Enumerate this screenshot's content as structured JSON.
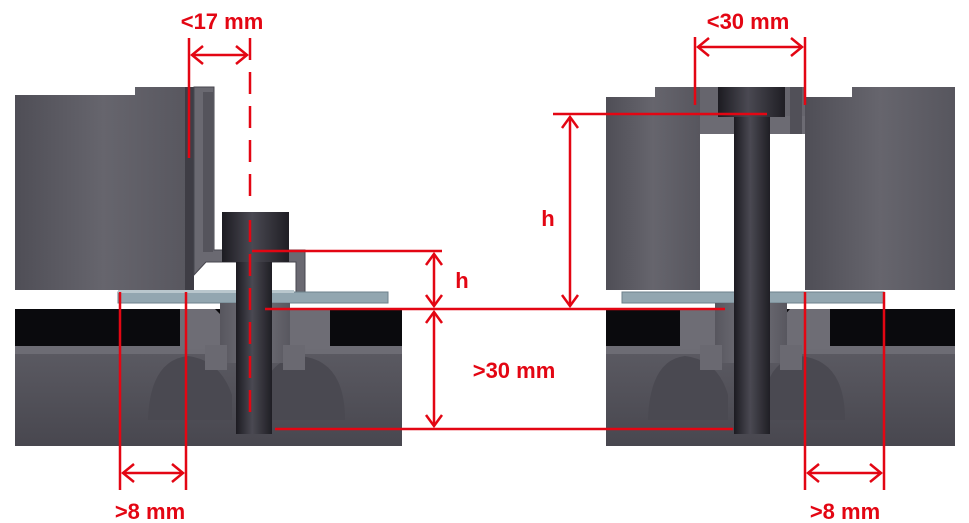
{
  "labels": {
    "left_top": "<17 mm",
    "left_height": "h",
    "depth": ">30 mm",
    "left_bottom": ">8 mm",
    "right_top": "<30 mm",
    "right_height": "h",
    "right_bottom": ">8 mm"
  },
  "colors": {
    "dimension": "#e30613",
    "panel": "#5c5b63",
    "panel_dark": "#3e3d45",
    "base": "#55545c",
    "base_dark": "#3a3940",
    "insulation": "#0a0a0d",
    "membrane": "#8fa3ad",
    "screw": "#2c2b31",
    "flashing": "#65646c",
    "background": "#ffffff"
  }
}
